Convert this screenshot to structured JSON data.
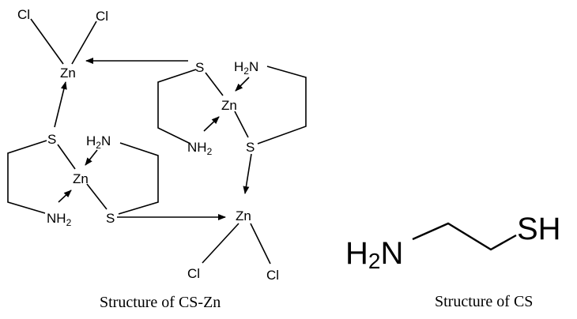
{
  "complex": {
    "caption": "Structure of CS-Zn",
    "zn_top": "Zn",
    "cl_top_left": "Cl",
    "cl_top_right": "Cl",
    "zn_bottom": "Zn",
    "cl_bottom_left": "Cl",
    "cl_bottom_right": "Cl",
    "ring_right": {
      "s_top": "S",
      "s_bottom": "S",
      "zn": "Zn",
      "h2n": "H",
      "h2n_sub": "2",
      "h2n_n": "N",
      "nh2": "NH",
      "nh2_sub": "2"
    },
    "ring_left": {
      "s_top": "S",
      "s_bottom": "S",
      "zn": "Zn",
      "h2n": "H",
      "h2n_sub": "2",
      "h2n_n": "N",
      "nh2": "NH",
      "nh2_sub": "2"
    }
  },
  "ligand": {
    "caption": "Structure of CS",
    "h2n": "H",
    "h2n_sub": "2",
    "h2n_n": "N",
    "sh": "SH"
  }
}
